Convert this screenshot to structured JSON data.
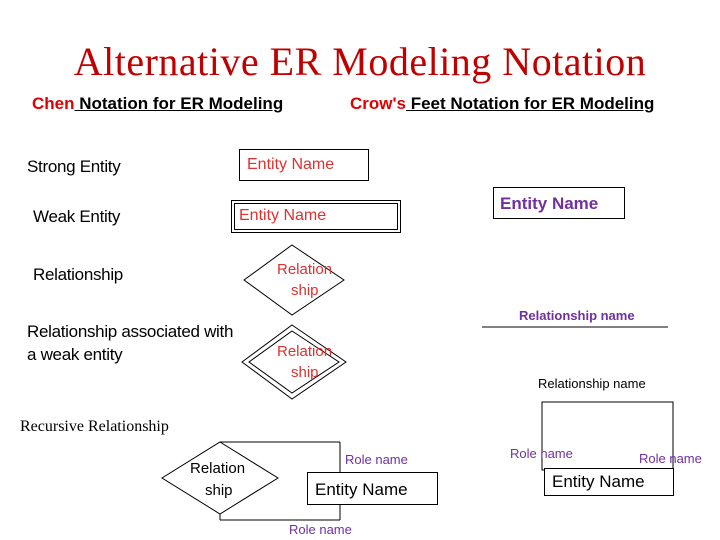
{
  "title": "Alternative ER Modeling Notation",
  "headers": {
    "chen_prefix": "Chen",
    "chen_rest": " Notation for ER Modeling",
    "crows_prefix": "Crow's",
    "crows_rest": " Feet Notation for ER Modeling"
  },
  "labels": {
    "strong_entity": "Strong Entity",
    "weak_entity": "Weak Entity",
    "relationship": "Relationship",
    "rel_weak_line1": "Relationship associated with",
    "rel_weak_line2": "a weak entity",
    "recursive": "Recursive Relationship"
  },
  "chen": {
    "strong_entity_name": "Entity Name",
    "weak_entity_name": "Entity Name",
    "relationship_line1": "Relation",
    "relationship_line2": "ship",
    "weak_rel_line1": "Relation",
    "weak_rel_line2": "ship",
    "recursive_rel_line1": "Relation",
    "recursive_rel_line2": "ship",
    "recursive_entity_name": "Entity Name",
    "role_name_top": "Role name",
    "role_name_bottom": "Role name"
  },
  "crows": {
    "entity_name": "Entity Name",
    "relationship_name_1": "Relationship name",
    "relationship_name_2": "Relationship name",
    "role_name_left": "Role name",
    "role_name_right": "Role name",
    "recursive_entity_name": "Entity Name"
  },
  "colors": {
    "title": "#c00000",
    "chen_text": "#e03030",
    "crows_purple": "#7030a0",
    "role_purple": "#7030a0"
  }
}
